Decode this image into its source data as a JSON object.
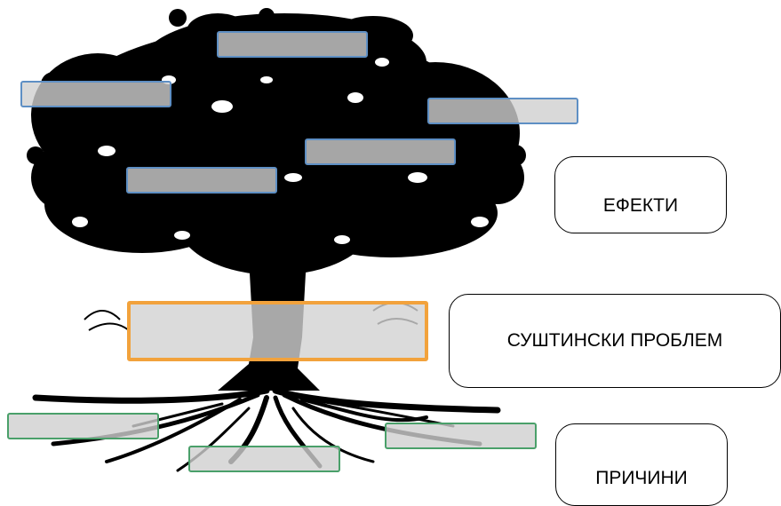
{
  "labels": {
    "effects": "ЕФЕКТИ",
    "core_problem": "СУШТИНСКИ ПРОБЛЕМ",
    "causes": "ПРИЧИНИ"
  },
  "colors": {
    "effect_border": "#5e8fc4",
    "core_border": "#f2a23c",
    "cause_border": "#4aa06a",
    "placeholder_fill": "#d0d0d0"
  }
}
